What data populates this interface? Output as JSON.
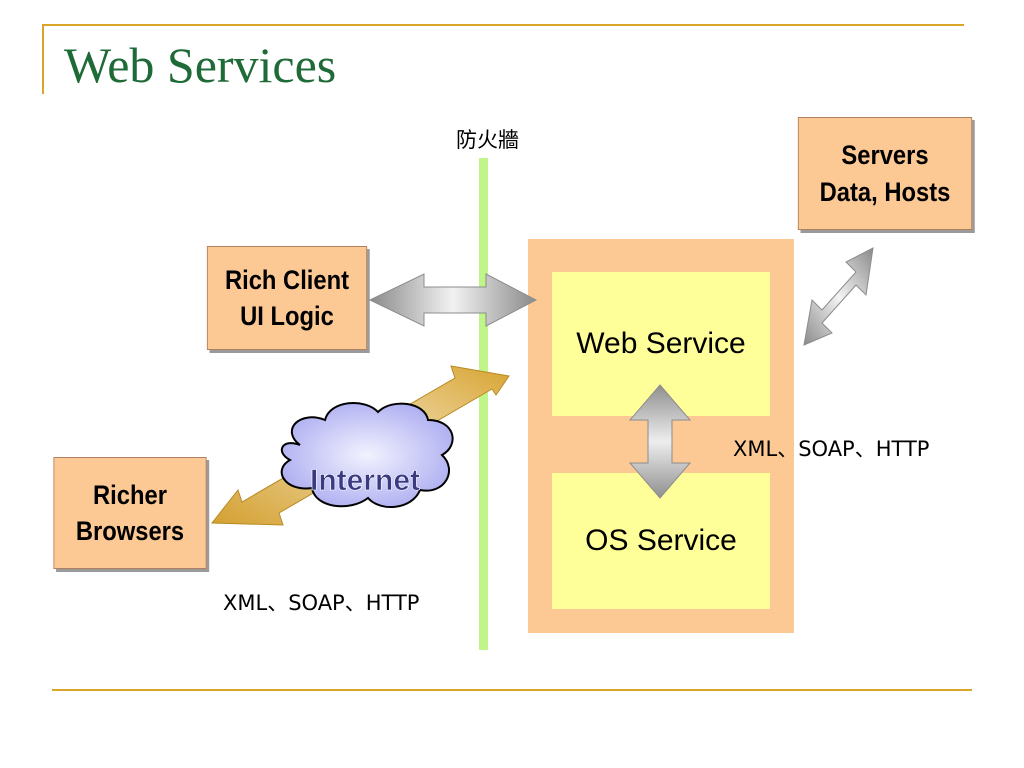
{
  "slide": {
    "title": "Web Services",
    "firewall_label": "防火牆",
    "boxes": {
      "servers": [
        "Servers",
        "Data, Hosts"
      ],
      "rich_client": [
        "Rich Client",
        "UI Logic"
      ],
      "richer_browsers": [
        "Richer",
        "Browsers"
      ]
    },
    "web_service_container": {
      "web_service_label": "Web Service",
      "os_service_label": "OS Service"
    },
    "internet_label": "Internet",
    "protocol_right": "XML、SOAP、HTTP",
    "protocol_bottom": "XML、SOAP、HTTP"
  },
  "colors": {
    "title": "#1f6b38",
    "accent_rule": "#d9a62a",
    "box_fill": "#fcc995",
    "inner_fill": "#ffff99",
    "firewall": "#c0f58a",
    "cloud_fill": "#b8b8f5",
    "internet_text": "#3a3a80",
    "gold_arrow": "#d4a030"
  }
}
